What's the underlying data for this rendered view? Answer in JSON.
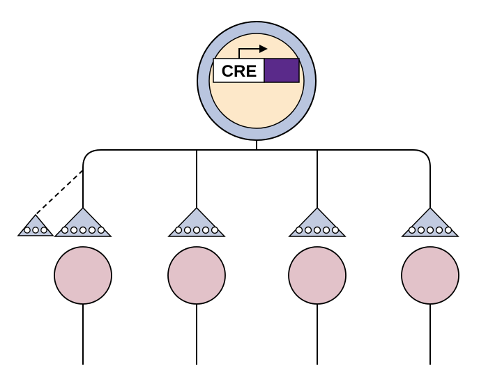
{
  "diagram": {
    "promoter_label": "CRE",
    "colors": {
      "neuron_outer": "#b9c5df",
      "neuron_inner": "#fde8c9",
      "reporter_box": "#5a2a8a",
      "terminal_fill": "#c2cbe0",
      "target_cell": "#e2c2c9",
      "line": "#000000"
    },
    "terminals": {
      "large_vesicle_count": 5,
      "small_vesicle_count": 3,
      "branch_count": 4
    }
  }
}
